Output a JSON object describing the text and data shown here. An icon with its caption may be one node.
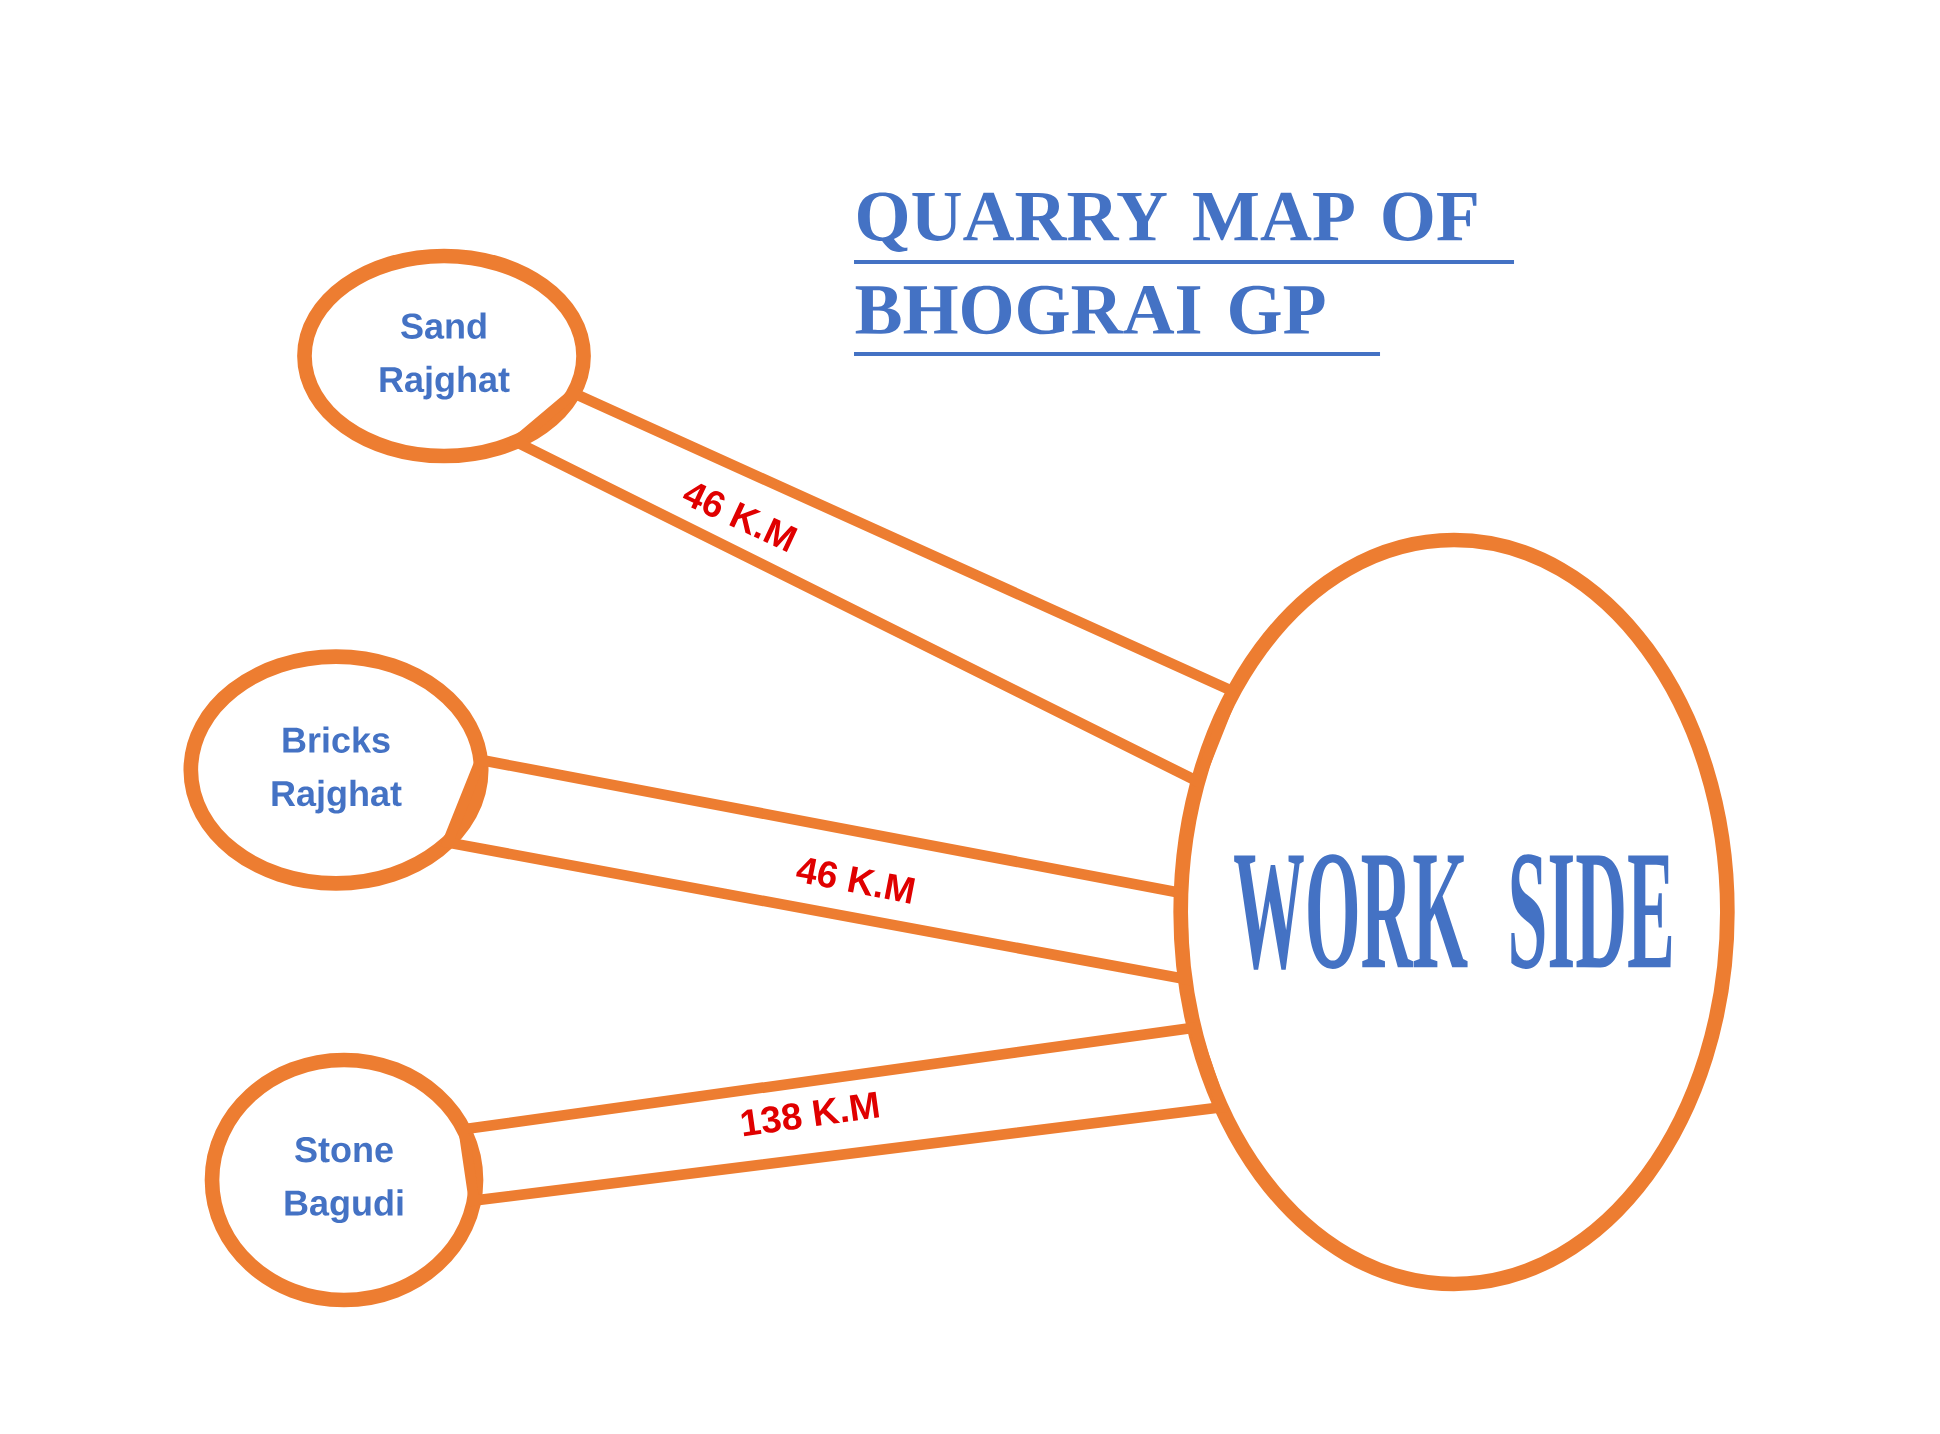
{
  "diagram": {
    "title": "QUARRY MAP OF BHOGRAI GP",
    "nodes": [
      {
        "text": [
          "Sand Rajghat"
        ]
      },
      {
        "text": [
          "Bricks Rajghat"
        ]
      },
      {
        "text": [
          "Stone Bagudi"
        ]
      },
      {
        "text": [
          "WORK SIDE"
        ]
      }
    ],
    "edges": [
      {
        "from": 0,
        "to": 3,
        "arrow": "none",
        "label": "46 K.M"
      },
      {
        "from": 1,
        "to": 3,
        "arrow": "none",
        "label": "46 K.M"
      },
      {
        "from": 2,
        "to": 3,
        "arrow": "none",
        "label": "138 K.M"
      }
    ]
  }
}
